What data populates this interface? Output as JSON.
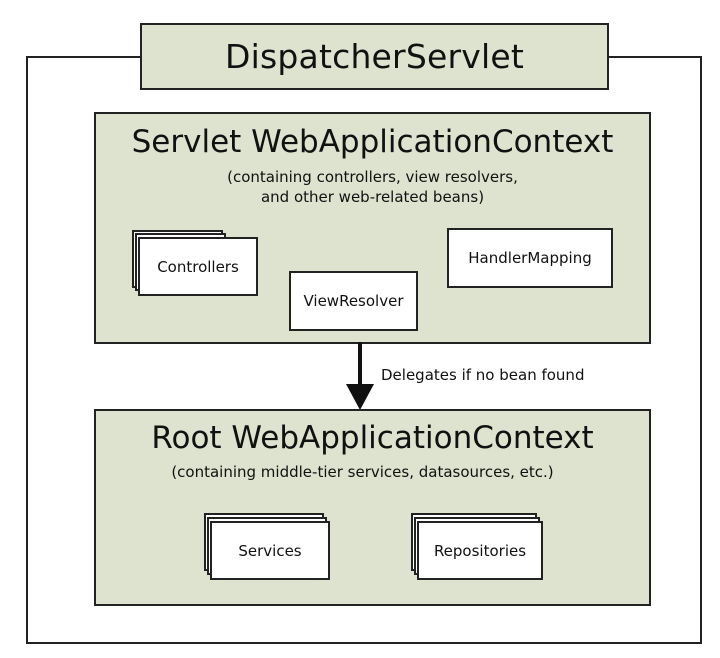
{
  "colors": {
    "context_fill": "#dde3cf",
    "bean_fill": "#ffffff",
    "line": "#222222"
  },
  "dispatcher": {
    "title": "DispatcherServlet"
  },
  "servlet_context": {
    "title": "Servlet WebApplicationContext",
    "subtitle_line1": "(containing controllers, view resolvers,",
    "subtitle_line2": "and other web-related beans)",
    "beans": {
      "controllers": "Controllers",
      "view_resolver": "ViewResolver",
      "handler_mapping": "HandlerMapping"
    }
  },
  "delegation": {
    "label": "Delegates if no bean found"
  },
  "root_context": {
    "title": "Root WebApplicationContext",
    "subtitle": "(containing middle-tier services, datasources, etc.)",
    "beans": {
      "services": "Services",
      "repositories": "Repositories"
    }
  }
}
